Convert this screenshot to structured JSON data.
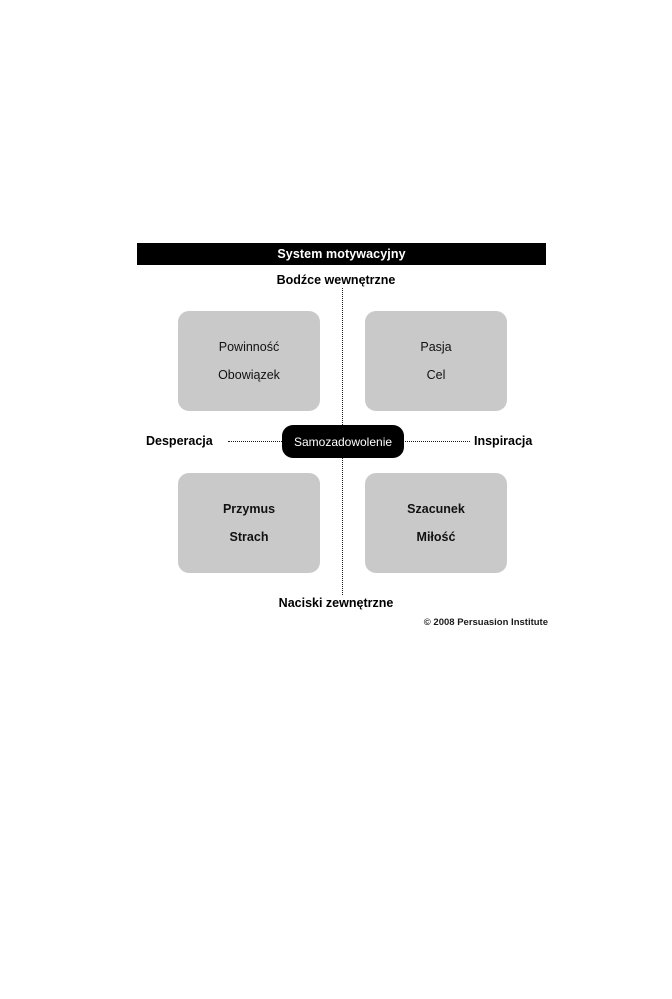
{
  "diagram": {
    "title": "System motywacyjny",
    "axes": {
      "top_label": "Bodźce wewnętrzne",
      "bottom_label": "Naciski zewnętrzne",
      "left_label": "Desperacja",
      "right_label": "Inspiracja"
    },
    "center": {
      "label": "Samozadowolenie"
    },
    "quadrants": [
      {
        "position": "top-left",
        "primary": "Powinność",
        "secondary": "Obowiązek",
        "secondary_bold": false
      },
      {
        "position": "top-right",
        "primary": "Pasja",
        "secondary": "Cel",
        "secondary_bold": false
      },
      {
        "position": "bottom-left",
        "primary": "Przymus",
        "secondary": "Strach",
        "secondary_bold": true
      },
      {
        "position": "bottom-right",
        "primary": "Szacunek",
        "secondary": "Miłość",
        "secondary_bold": true
      }
    ],
    "copyright": "© 2008 Persuasion Institute",
    "colors": {
      "bar_background": "#000000",
      "bar_text": "#ffffff",
      "quadrant_background": "#c9c9c9",
      "center_background": "#000000",
      "center_text": "#ffffff",
      "axis_line": "#1a1a1a",
      "page_background": "#ffffff"
    }
  }
}
